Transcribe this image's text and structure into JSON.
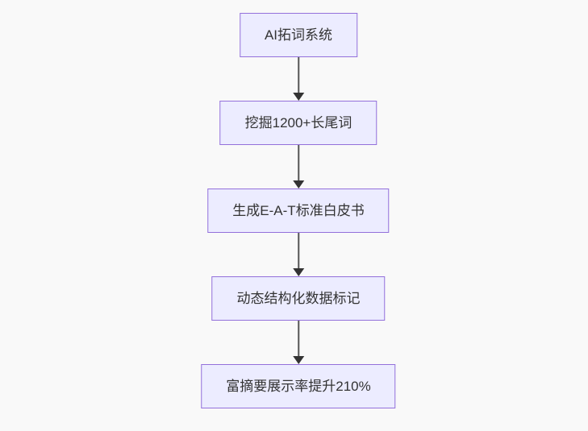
{
  "diagram": {
    "type": "flowchart",
    "direction": "top-down",
    "colors": {
      "background": "#f9f9f9",
      "node_fill": "#ECECFF",
      "node_border": "#9370DB",
      "node_text": "#333333",
      "edge_line": "#555555",
      "edge_arrowhead": "#333333"
    },
    "nodes": [
      {
        "label": "AI拓词系统"
      },
      {
        "label": "挖掘1200+长尾词"
      },
      {
        "label": "生成E-A-T标准白皮书"
      },
      {
        "label": "动态结构化数据标记"
      },
      {
        "label": "富摘要展示率提升210%"
      }
    ],
    "edges": [
      {
        "from": 0,
        "to": 1
      },
      {
        "from": 1,
        "to": 2
      },
      {
        "from": 2,
        "to": 3
      },
      {
        "from": 3,
        "to": 4
      }
    ]
  }
}
